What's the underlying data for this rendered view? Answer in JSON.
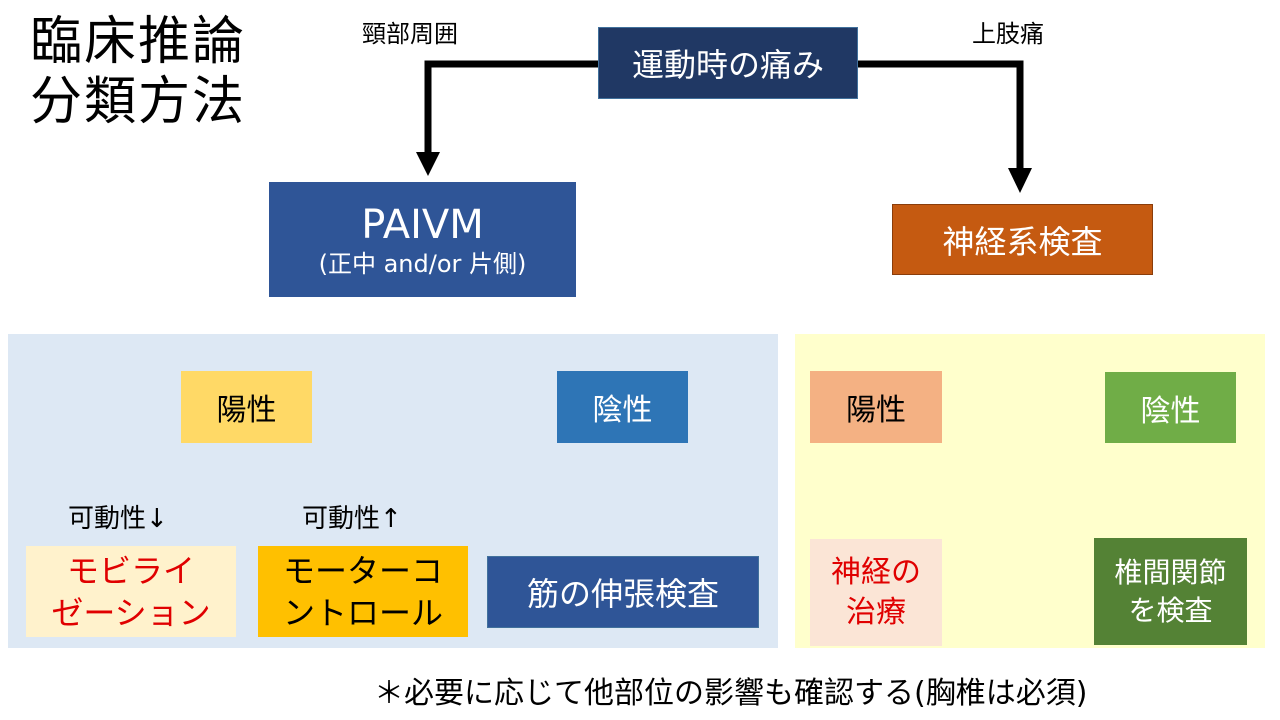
{
  "title": {
    "line1": "臨床推論",
    "line2": "分類方法"
  },
  "root": {
    "label": "運動時の痛み",
    "color": "#203864"
  },
  "branches": {
    "left_label": "頸部周囲",
    "right_label": "上肢痛"
  },
  "paivm": {
    "title": "PAIVM",
    "subtitle": "(正中 and/or 片側)",
    "color": "#2f5597"
  },
  "neuro_exam": {
    "label": "神経系検査",
    "color": "#c55a11"
  },
  "left_panel": {
    "background": "#dde8f4",
    "positive": {
      "label": "陽性",
      "color": "#ffd966"
    },
    "negative": {
      "label": "陰性",
      "color": "#2e75b6"
    },
    "mobility_down": "可動性↓",
    "mobility_up": "可動性↑",
    "mobilization": {
      "line1": "モビライ",
      "line2": "ゼーション",
      "color": "#fff2cc",
      "text_color": "#e00000"
    },
    "motor_control": {
      "line1": "モーターコ",
      "line2": "ントロール",
      "color": "#ffc000"
    },
    "muscle_stretch": {
      "label": "筋の伸張検査",
      "color": "#2f5597"
    }
  },
  "right_panel": {
    "background": "#ffffcc",
    "positive": {
      "label": "陽性",
      "color": "#f4b183"
    },
    "negative": {
      "label": "陰性",
      "color": "#70ad47"
    },
    "nerve_treatment": {
      "line1": "神経の",
      "line2": "治療",
      "color": "#fbe5d6",
      "text_color": "#e00000"
    },
    "facet_exam": {
      "line1": "椎間関節",
      "line2": "を検査",
      "color": "#548235"
    }
  },
  "footnote": "＊必要に応じて他部位の影響も確認する(胸椎は必須)"
}
